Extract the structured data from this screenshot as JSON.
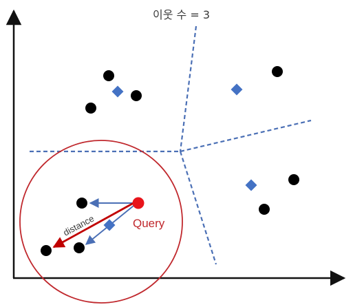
{
  "diagram": {
    "title": "이웃 수 = 3",
    "query_label": "Query",
    "distance_label": "distance",
    "colors": {
      "axis": "#111111",
      "boundary": "#4a6fb5",
      "data_point": "#000000",
      "centroid": "#4472c4",
      "query": "#e8141b",
      "circle": "#c0282d",
      "neighbor_arrow": "#4a6fb5",
      "distance_arrow": "#c00000"
    },
    "icons": {
      "data_point": "filled-circle",
      "centroid": "diamond",
      "query": "filled-circle"
    }
  }
}
